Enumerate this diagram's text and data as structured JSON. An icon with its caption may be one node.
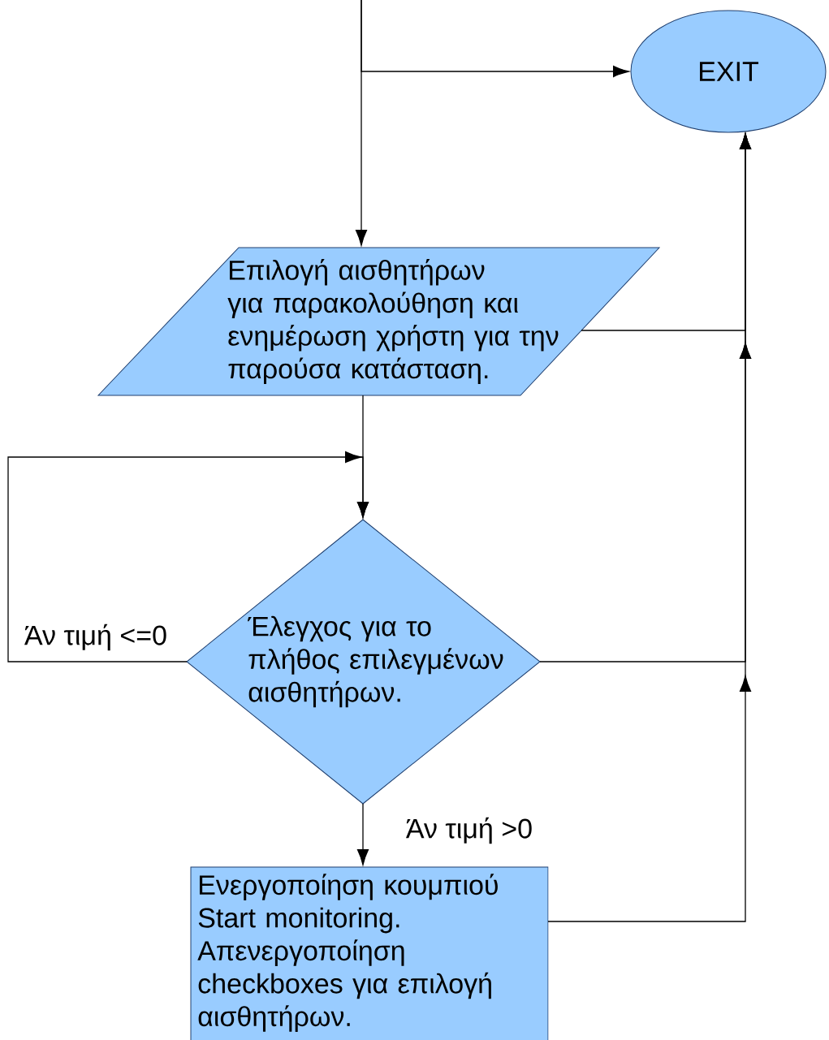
{
  "diagram": {
    "nodes": [
      {
        "text": [
          "EXIT"
        ]
      },
      {
        "text": [
          "Επιλογή αισθητήρων για παρακολούθηση και ενημέρωση χρήστη για την παρούσα κατάσταση."
        ]
      },
      {
        "text": [
          "Έλεγχος για το πλήθος επιλεγμένων αισθητήρων."
        ]
      },
      {
        "text": [
          "Ενεργοποίηση κουμπιού Start monitoring. Απενεργοποίηση checkboxes για επιλογή αισθητήρων."
        ]
      }
    ],
    "edges": [
      {
        "from": null,
        "to": 0,
        "arrow": "to"
      },
      {
        "from": null,
        "to": 1,
        "arrow": "to"
      },
      {
        "from": 1,
        "to": 0,
        "arrow": "to"
      },
      {
        "from": 1,
        "to": 2,
        "arrow": "to"
      },
      {
        "from": 2,
        "to": 2,
        "arrow": "to",
        "label": "Άν τιμή <=0"
      },
      {
        "from": 2,
        "to": 0,
        "arrow": "to"
      },
      {
        "from": 2,
        "to": 3,
        "arrow": "to",
        "label": "Άν τιμή >0"
      },
      {
        "from": 3,
        "to": 0,
        "arrow": "to"
      }
    ]
  }
}
